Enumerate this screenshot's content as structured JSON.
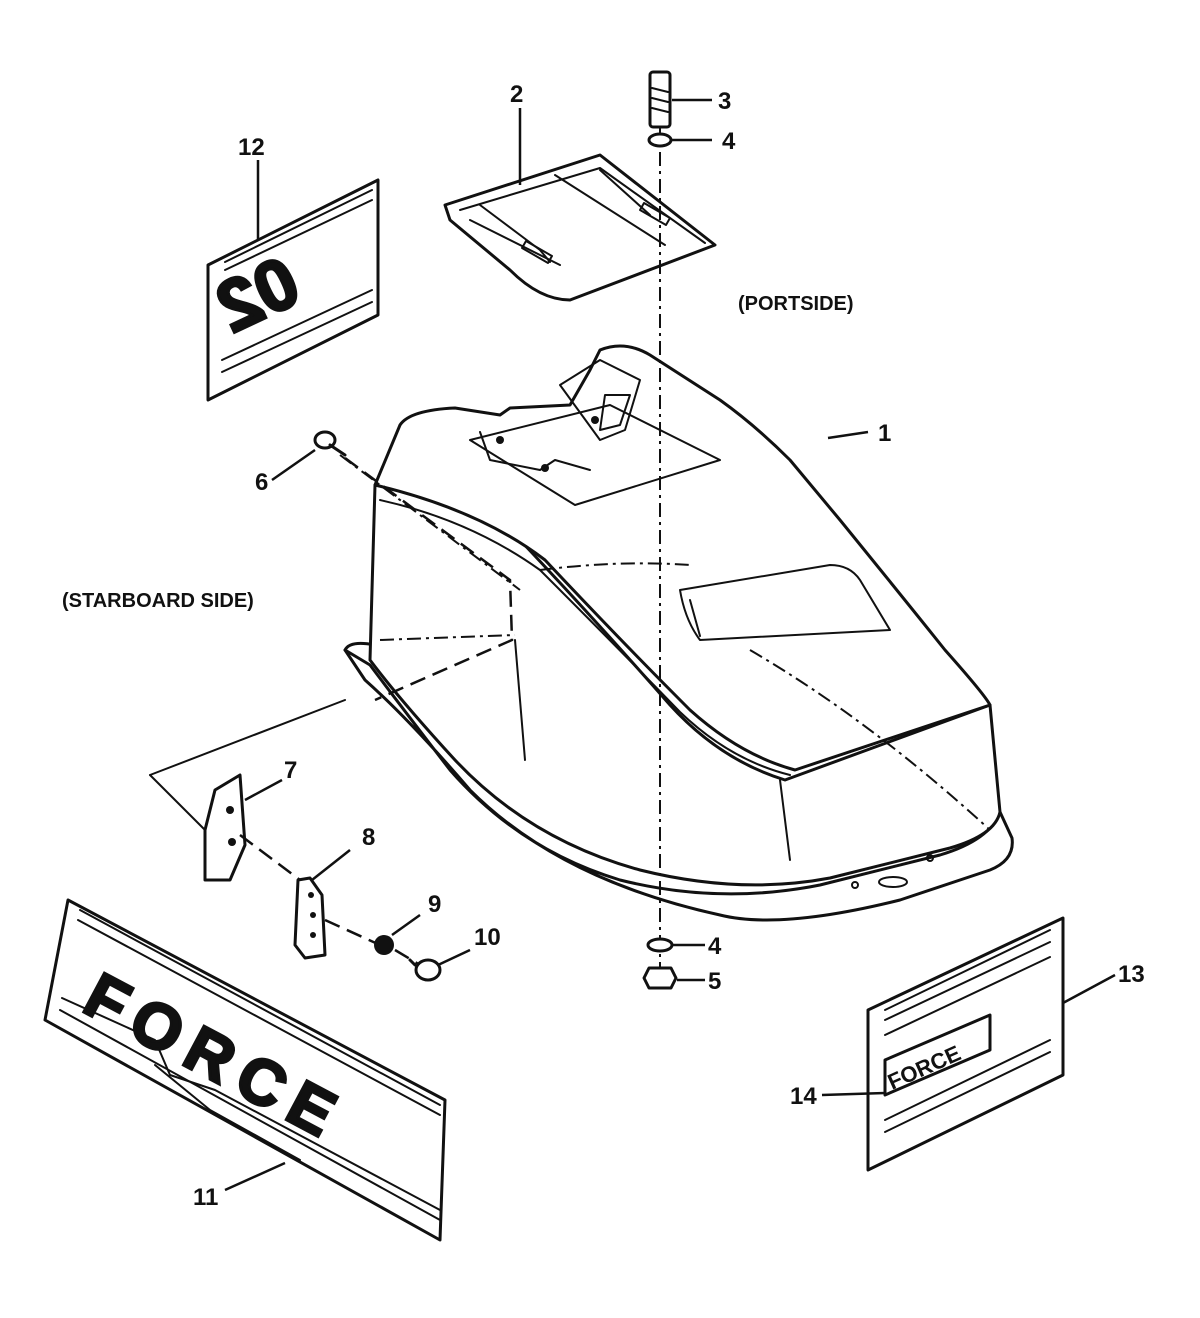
{
  "labels": {
    "side_portside": "(PORTSIDE)",
    "side_starboard": "(STARBOARD SIDE)",
    "parts": [
      "1",
      "2",
      "3",
      "4",
      "4",
      "5",
      "6",
      "7",
      "8",
      "9",
      "10",
      "11",
      "12",
      "13",
      "14"
    ]
  },
  "decals": {
    "decal_12_text": "02",
    "decal_11_text": "FORCE",
    "decal_14_text": "FORCE"
  },
  "colors": {
    "line": "#111111",
    "background": "#ffffff"
  }
}
